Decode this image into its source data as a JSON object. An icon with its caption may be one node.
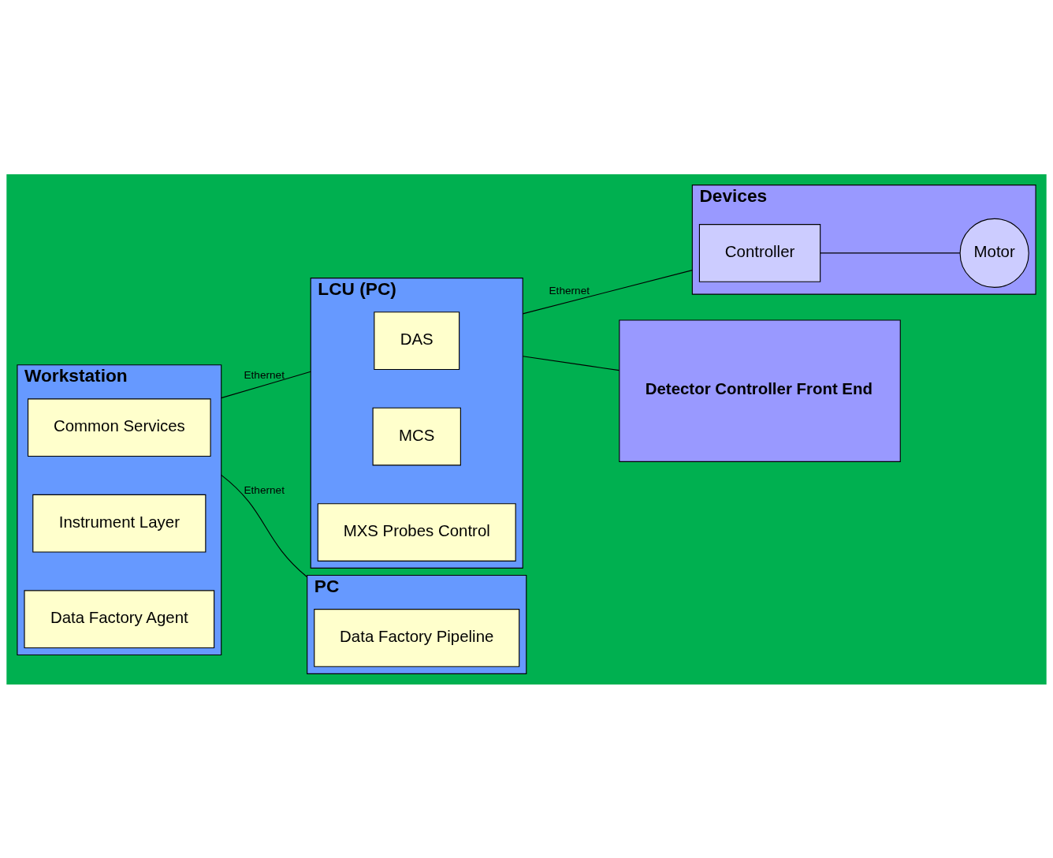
{
  "diagram": {
    "nodes": [
      {
        "text": [
          "Workstation"
        ]
      },
      {
        "text": [
          "Common Services"
        ],
        "in": 0
      },
      {
        "text": [
          "Instrument Layer"
        ],
        "in": 0
      },
      {
        "text": [
          "Data Factory Agent"
        ],
        "in": 0
      },
      {
        "text": [
          "LCU (PC)"
        ]
      },
      {
        "text": [
          "DAS"
        ],
        "in": 4
      },
      {
        "text": [
          "MCS"
        ],
        "in": 4
      },
      {
        "text": [
          "MXS Probes Control"
        ],
        "in": 4
      },
      {
        "text": [
          "PC"
        ]
      },
      {
        "text": [
          "Data Factory Pipeline"
        ],
        "in": 8
      },
      {
        "text": [
          "Devices"
        ]
      },
      {
        "text": [
          "Controller"
        ],
        "in": 10
      },
      {
        "text": [
          "Motor"
        ],
        "in": 10
      },
      {
        "text": [
          "Detector Controller Front End"
        ]
      }
    ],
    "edges": [
      {
        "from": 0,
        "to": 4,
        "arrow": "none",
        "label": "Ethernet"
      },
      {
        "from": 0,
        "to": 8,
        "arrow": "none",
        "label": "Ethernet"
      },
      {
        "from": 4,
        "to": 10,
        "arrow": "none",
        "label": "Ethernet"
      },
      {
        "from": 4,
        "to": 13,
        "arrow": "none"
      },
      {
        "from": 11,
        "to": 12,
        "arrow": "none"
      }
    ]
  }
}
